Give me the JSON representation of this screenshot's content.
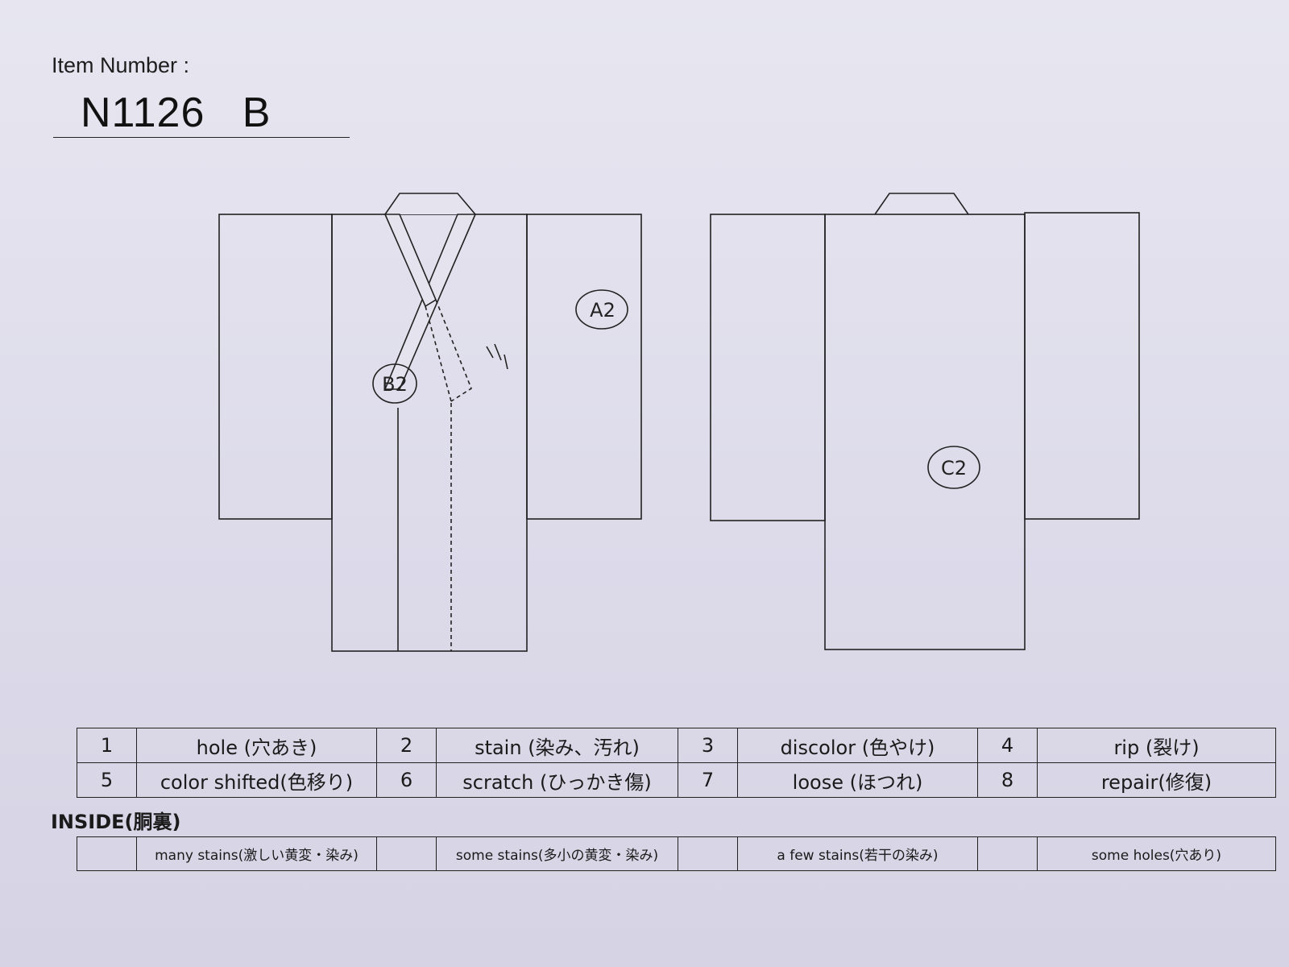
{
  "header": {
    "item_number_label": "Item Number :",
    "item_number_value": "N1126   B"
  },
  "annotations": {
    "front_sleeve_mark": "A2",
    "front_collar_mark": "B2",
    "back_body_mark": "C2"
  },
  "defects": {
    "rows": [
      [
        {
          "num": "1",
          "label": "hole (穴あき)"
        },
        {
          "num": "2",
          "label": "stain (染み、汚れ)"
        },
        {
          "num": "3",
          "label": "discolor (色やけ)"
        },
        {
          "num": "4",
          "label": "rip (裂け)"
        }
      ],
      [
        {
          "num": "5",
          "label": "color shifted(色移り)"
        },
        {
          "num": "6",
          "label": "scratch (ひっかき傷)"
        },
        {
          "num": "7",
          "label": "loose (ほつれ)"
        },
        {
          "num": "8",
          "label": "repair(修復)"
        }
      ]
    ]
  },
  "inside": {
    "title": "INSIDE(胴裏)",
    "items": [
      {
        "key": "",
        "label": "many stains(激しい黄変・染み)"
      },
      {
        "key": "",
        "label": "some stains(多小の黄変・染み)"
      },
      {
        "key": "",
        "label": "a few stains(若干の染み)"
      },
      {
        "key": "",
        "label": "some holes(穴あり)"
      }
    ]
  }
}
